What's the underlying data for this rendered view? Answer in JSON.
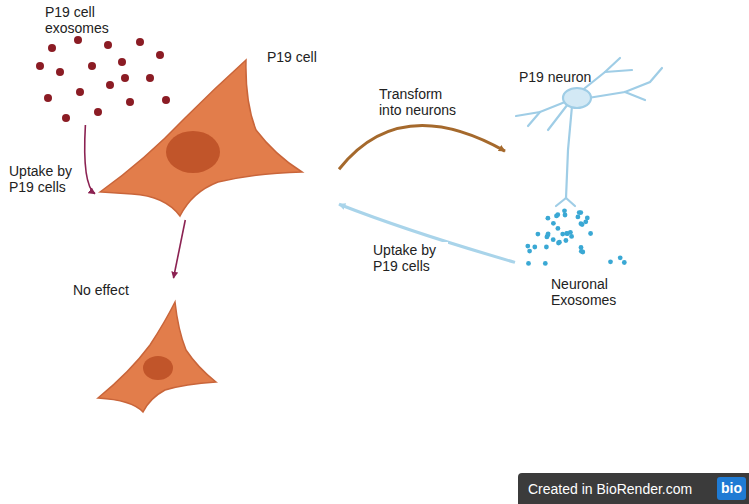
{
  "diagram": {
    "nodes": [
      {
        "text": [
          "P19 cell exosomes"
        ]
      },
      {
        "text": [
          "P19 cell"
        ]
      },
      {
        "text": [
          "P19 neuron"
        ]
      },
      {
        "text": [
          "Neuronal Exosomes"
        ]
      },
      {
        "text": [
          "No effect"
        ]
      }
    ],
    "edges": [
      {
        "from": 0,
        "to": 1,
        "label": "Uptake by P19 cells",
        "arrow": "to"
      },
      {
        "from": 1,
        "to": 2,
        "label": "Transform into neurons",
        "arrow": "to"
      },
      {
        "from": 3,
        "to": 1,
        "label": "Uptake by P19 cells",
        "arrow": "to"
      },
      {
        "from": 1,
        "to": 4,
        "arrow": "to"
      }
    ],
    "labels": [
      "Created in BioRender.com",
      "bio"
    ]
  }
}
